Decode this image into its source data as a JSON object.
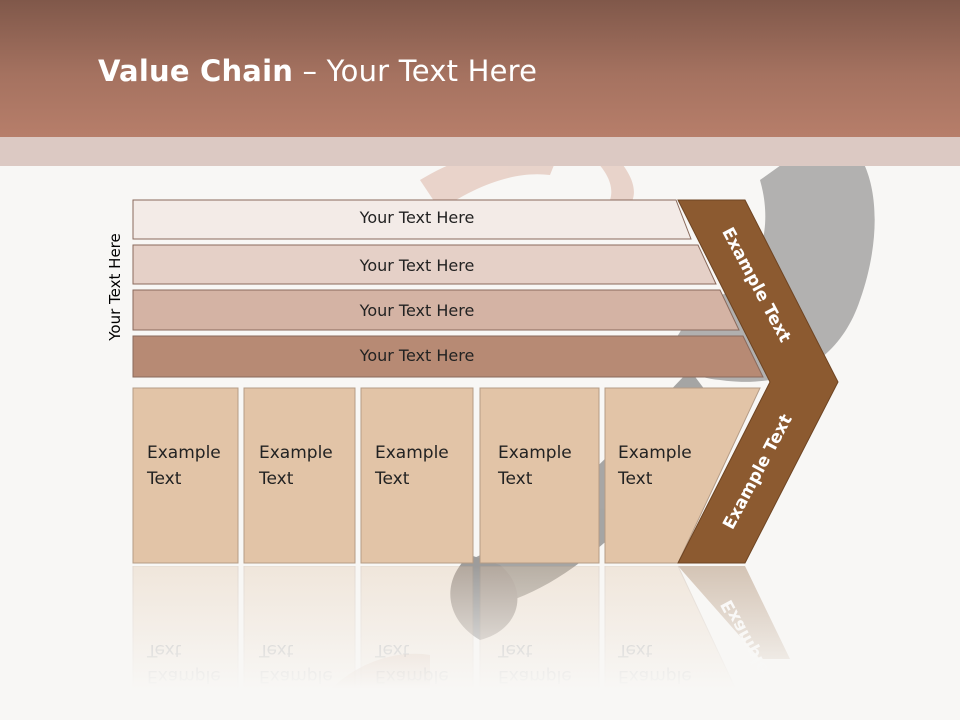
{
  "slide": {
    "title_bold": "Value Chain",
    "title_rest": " – Your Text Here"
  },
  "diagram": {
    "side_label": "Your Text Here",
    "bars": [
      {
        "label": "Your Text Here",
        "color": "#f3ebe7"
      },
      {
        "label": "Your Text Here",
        "color": "#e5d0c7"
      },
      {
        "label": "Your Text Here",
        "color": "#d4b3a4"
      },
      {
        "label": "Your Text Here",
        "color": "#b78a74"
      }
    ],
    "columns": [
      {
        "line1": "Example",
        "line2": "Text"
      },
      {
        "line1": "Example",
        "line2": "Text"
      },
      {
        "line1": "Example",
        "line2": "Text"
      },
      {
        "line1": "Example",
        "line2": "Text"
      },
      {
        "line1": "Example",
        "line2": "Text"
      }
    ],
    "chevron": {
      "upper_label": "Example Text",
      "lower_label": "Example Text",
      "color": "#8c5a30"
    },
    "colors": {
      "header": "#a57260",
      "column_fill": "#e2c4a7",
      "column_border": "#b59c86",
      "bar_border": "#8a6a5c"
    }
  }
}
